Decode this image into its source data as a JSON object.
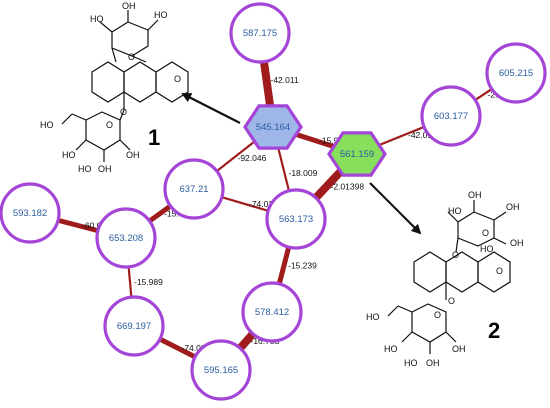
{
  "colors": {
    "edge": "#a01c1c",
    "node_stroke": "#a545d8",
    "node_text": "#2a5d9f",
    "hex_blue": "#9fb6e8",
    "hex_green": "#86e05c",
    "arrow": "#111111"
  },
  "nodes": [
    {
      "id": "n587",
      "label": "587.175",
      "shape": "circle"
    },
    {
      "id": "n605",
      "label": "605.215",
      "shape": "circle"
    },
    {
      "id": "n603",
      "label": "603.177",
      "shape": "circle"
    },
    {
      "id": "n545",
      "label": "545.164",
      "shape": "hexagon",
      "fill": "blue"
    },
    {
      "id": "n561",
      "label": "561.159",
      "shape": "hexagon",
      "fill": "green"
    },
    {
      "id": "n637",
      "label": "637.21",
      "shape": "circle"
    },
    {
      "id": "n563",
      "label": "563.173",
      "shape": "circle"
    },
    {
      "id": "n593",
      "label": "593.182",
      "shape": "circle"
    },
    {
      "id": "n653",
      "label": "653.208",
      "shape": "circle"
    },
    {
      "id": "n578",
      "label": "578.412",
      "shape": "circle"
    },
    {
      "id": "n669",
      "label": "669.197",
      "shape": "circle"
    },
    {
      "id": "n595",
      "label": "595.165",
      "shape": "circle"
    }
  ],
  "edges": [
    {
      "from": "n587",
      "to": "n545",
      "label": "-42.011",
      "weight": 3
    },
    {
      "from": "n545",
      "to": "n561",
      "label": "-15.995",
      "weight": 2
    },
    {
      "from": "n605",
      "to": "n603",
      "label": "-2.03802",
      "weight": 1
    },
    {
      "from": "n603",
      "to": "n561",
      "label": "-42.018",
      "weight": 1
    },
    {
      "from": "n545",
      "to": "n637",
      "label": "-92.046",
      "weight": 1
    },
    {
      "from": "n545",
      "to": "n563",
      "label": "-18.009",
      "weight": 1
    },
    {
      "from": "n561",
      "to": "n563",
      "label": "-2.01398",
      "weight": 3
    },
    {
      "from": "n637",
      "to": "n563",
      "label": "-74.037",
      "weight": 1
    },
    {
      "from": "n637",
      "to": "n653",
      "label": "-15.998",
      "weight": 2
    },
    {
      "from": "n593",
      "to": "n653",
      "label": "-60.026",
      "weight": 2
    },
    {
      "from": "n563",
      "to": "n578",
      "label": "-15.239",
      "weight": 2
    },
    {
      "from": "n653",
      "to": "n669",
      "label": "-15.989",
      "weight": 1
    },
    {
      "from": "n669",
      "to": "n595",
      "label": "-74.032",
      "weight": 2
    },
    {
      "from": "n578",
      "to": "n595",
      "label": "-16.753",
      "weight": 3
    }
  ],
  "compounds": [
    {
      "id": "c1",
      "number": "1",
      "top_sugar_labels": [
        "HO",
        "OH",
        "HO",
        "O"
      ],
      "ring_o": "O",
      "bottom_sugar_labels": [
        "HO",
        "HO",
        "OH",
        "HO",
        "OH",
        "O",
        "O"
      ]
    },
    {
      "id": "c2",
      "number": "2",
      "top_sugar_labels": [
        "HO",
        "OH",
        "HO",
        "OH",
        "OH",
        "O",
        "O"
      ],
      "ring_o": "O",
      "bottom_sugar_labels": [
        "HO",
        "HO",
        "OH",
        "HO",
        "OH",
        "O",
        "O"
      ]
    }
  ]
}
